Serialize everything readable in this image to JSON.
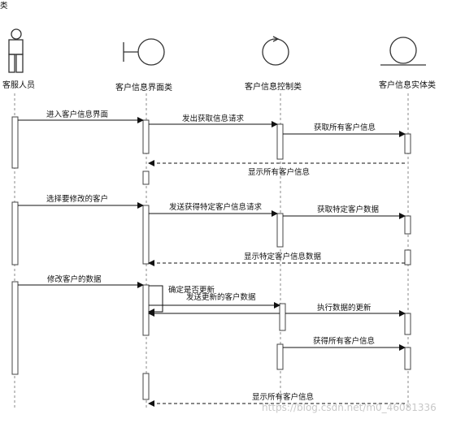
{
  "diagram": {
    "participants": [
      {
        "id": "staff",
        "name": "客服人员",
        "kind": "actor"
      },
      {
        "id": "ui",
        "name": "客户信息界面类",
        "kind": "boundary"
      },
      {
        "id": "ctrl",
        "name": "客户信息控制类",
        "kind": "control"
      },
      {
        "id": "entity",
        "name": "客户信息实体类",
        "kind": "entity"
      }
    ],
    "messages": [
      {
        "from": "staff",
        "to": "ui",
        "label": "进入客户信息界面",
        "style": "solid"
      },
      {
        "from": "ui",
        "to": "ctrl",
        "label": "发出获取信息请求",
        "style": "solid"
      },
      {
        "from": "ctrl",
        "to": "entity",
        "label": "获取所有客户信息",
        "style": "solid"
      },
      {
        "from": "entity",
        "to": "ui",
        "label": "显示所有客户信息",
        "style": "dashed"
      },
      {
        "from": "staff",
        "to": "ui",
        "label": "选择要修改的客户",
        "style": "solid"
      },
      {
        "from": "ui",
        "to": "ctrl",
        "label": "发送获得特定客户信息请求",
        "style": "solid"
      },
      {
        "from": "ctrl",
        "to": "entity",
        "label": "获取特定客户数据",
        "style": "solid"
      },
      {
        "from": "entity",
        "to": "ui",
        "label": "显示特定客户信息数据",
        "style": "dashed"
      },
      {
        "from": "staff",
        "to": "ui",
        "label": "修改客户的数据",
        "style": "solid"
      },
      {
        "from": "ui",
        "to": "ui",
        "label": "确定是否更新",
        "style": "self"
      },
      {
        "from": "ui",
        "to": "ctrl",
        "label": "发送更新的客户数据",
        "style": "solid"
      },
      {
        "from": "ctrl",
        "to": "entity",
        "label": "执行数据的更新",
        "style": "solid"
      },
      {
        "from": "ctrl",
        "to": "entity",
        "label": "获得所有客户信息",
        "style": "solid"
      },
      {
        "from": "entity",
        "to": "ui",
        "label": "显示所有客户信息",
        "style": "dashed"
      }
    ],
    "corner_mark": "类",
    "watermark": "https://blog.csdn.net/m0_46081336"
  }
}
